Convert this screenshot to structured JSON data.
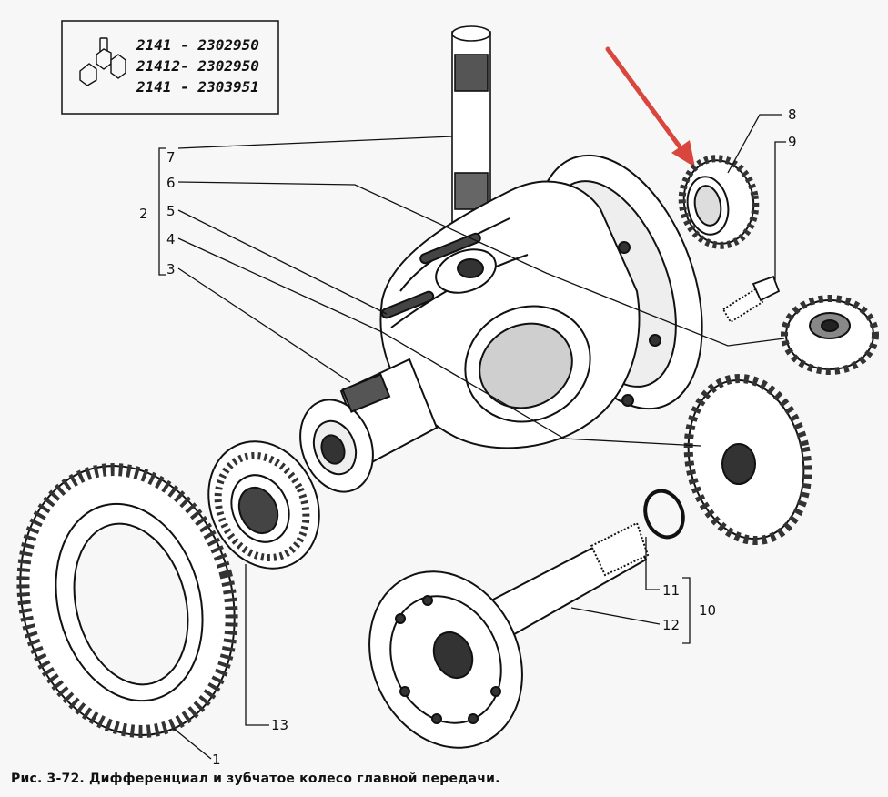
{
  "part_box": {
    "lines": [
      "2141 - 2302950",
      "21412- 2302950",
      "2141 - 2303951"
    ]
  },
  "callouts": {
    "c1": "1",
    "c2": "2",
    "c3": "3",
    "c4": "4",
    "c5": "5",
    "c6": "6",
    "c7": "7",
    "c8": "8",
    "c9": "9",
    "c10": "10",
    "c11": "11",
    "c12": "12",
    "c13": "13"
  },
  "caption": "Рис. 3-72. Дифференциал и зубчатое колесо главной передачи.",
  "colors": {
    "arrow": "#d9463e",
    "ink": "#111111",
    "paper": "#f7f7f7"
  }
}
